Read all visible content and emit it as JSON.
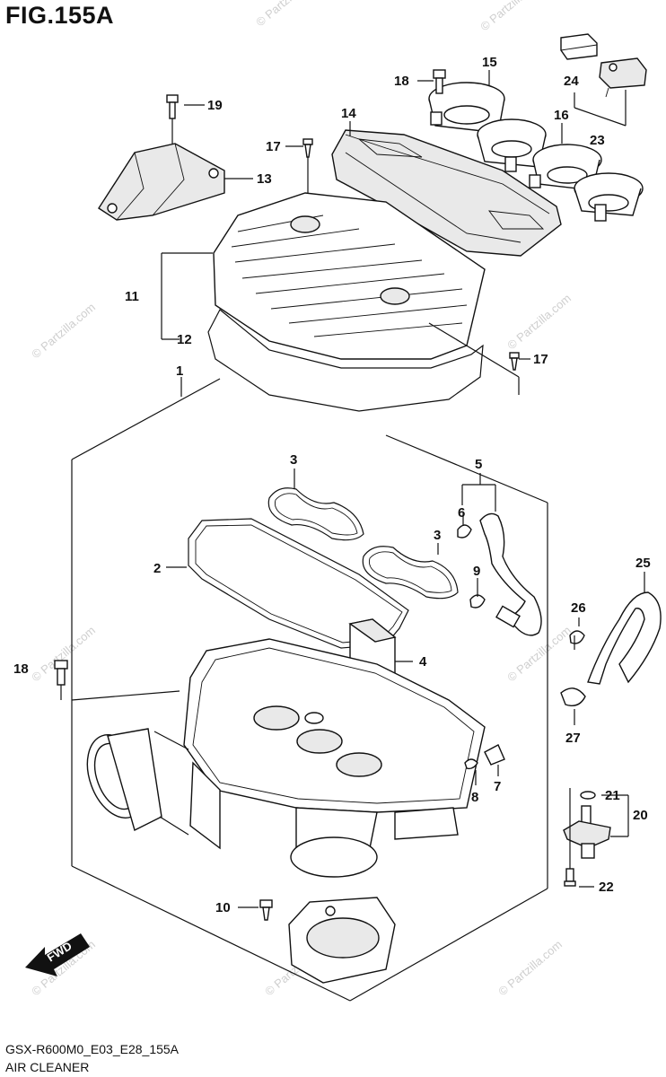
{
  "figure": {
    "title": "FIG.155A",
    "code": "GSX-R600M0_E03_E28_155A",
    "name": "AIR CLEANER"
  },
  "watermark": "© Partzilla.com",
  "fwd_label": "FWD",
  "callouts": [
    "1",
    "2",
    "3",
    "3",
    "4",
    "5",
    "6",
    "7",
    "8",
    "9",
    "10",
    "11",
    "12",
    "13",
    "14",
    "15",
    "16",
    "17",
    "17",
    "18",
    "18",
    "19",
    "20",
    "21",
    "22",
    "23",
    "24",
    "25",
    "26",
    "27"
  ],
  "colors": {
    "line": "#111111",
    "fill": "#e9e9e9",
    "watermark": "#cfcfcf"
  }
}
